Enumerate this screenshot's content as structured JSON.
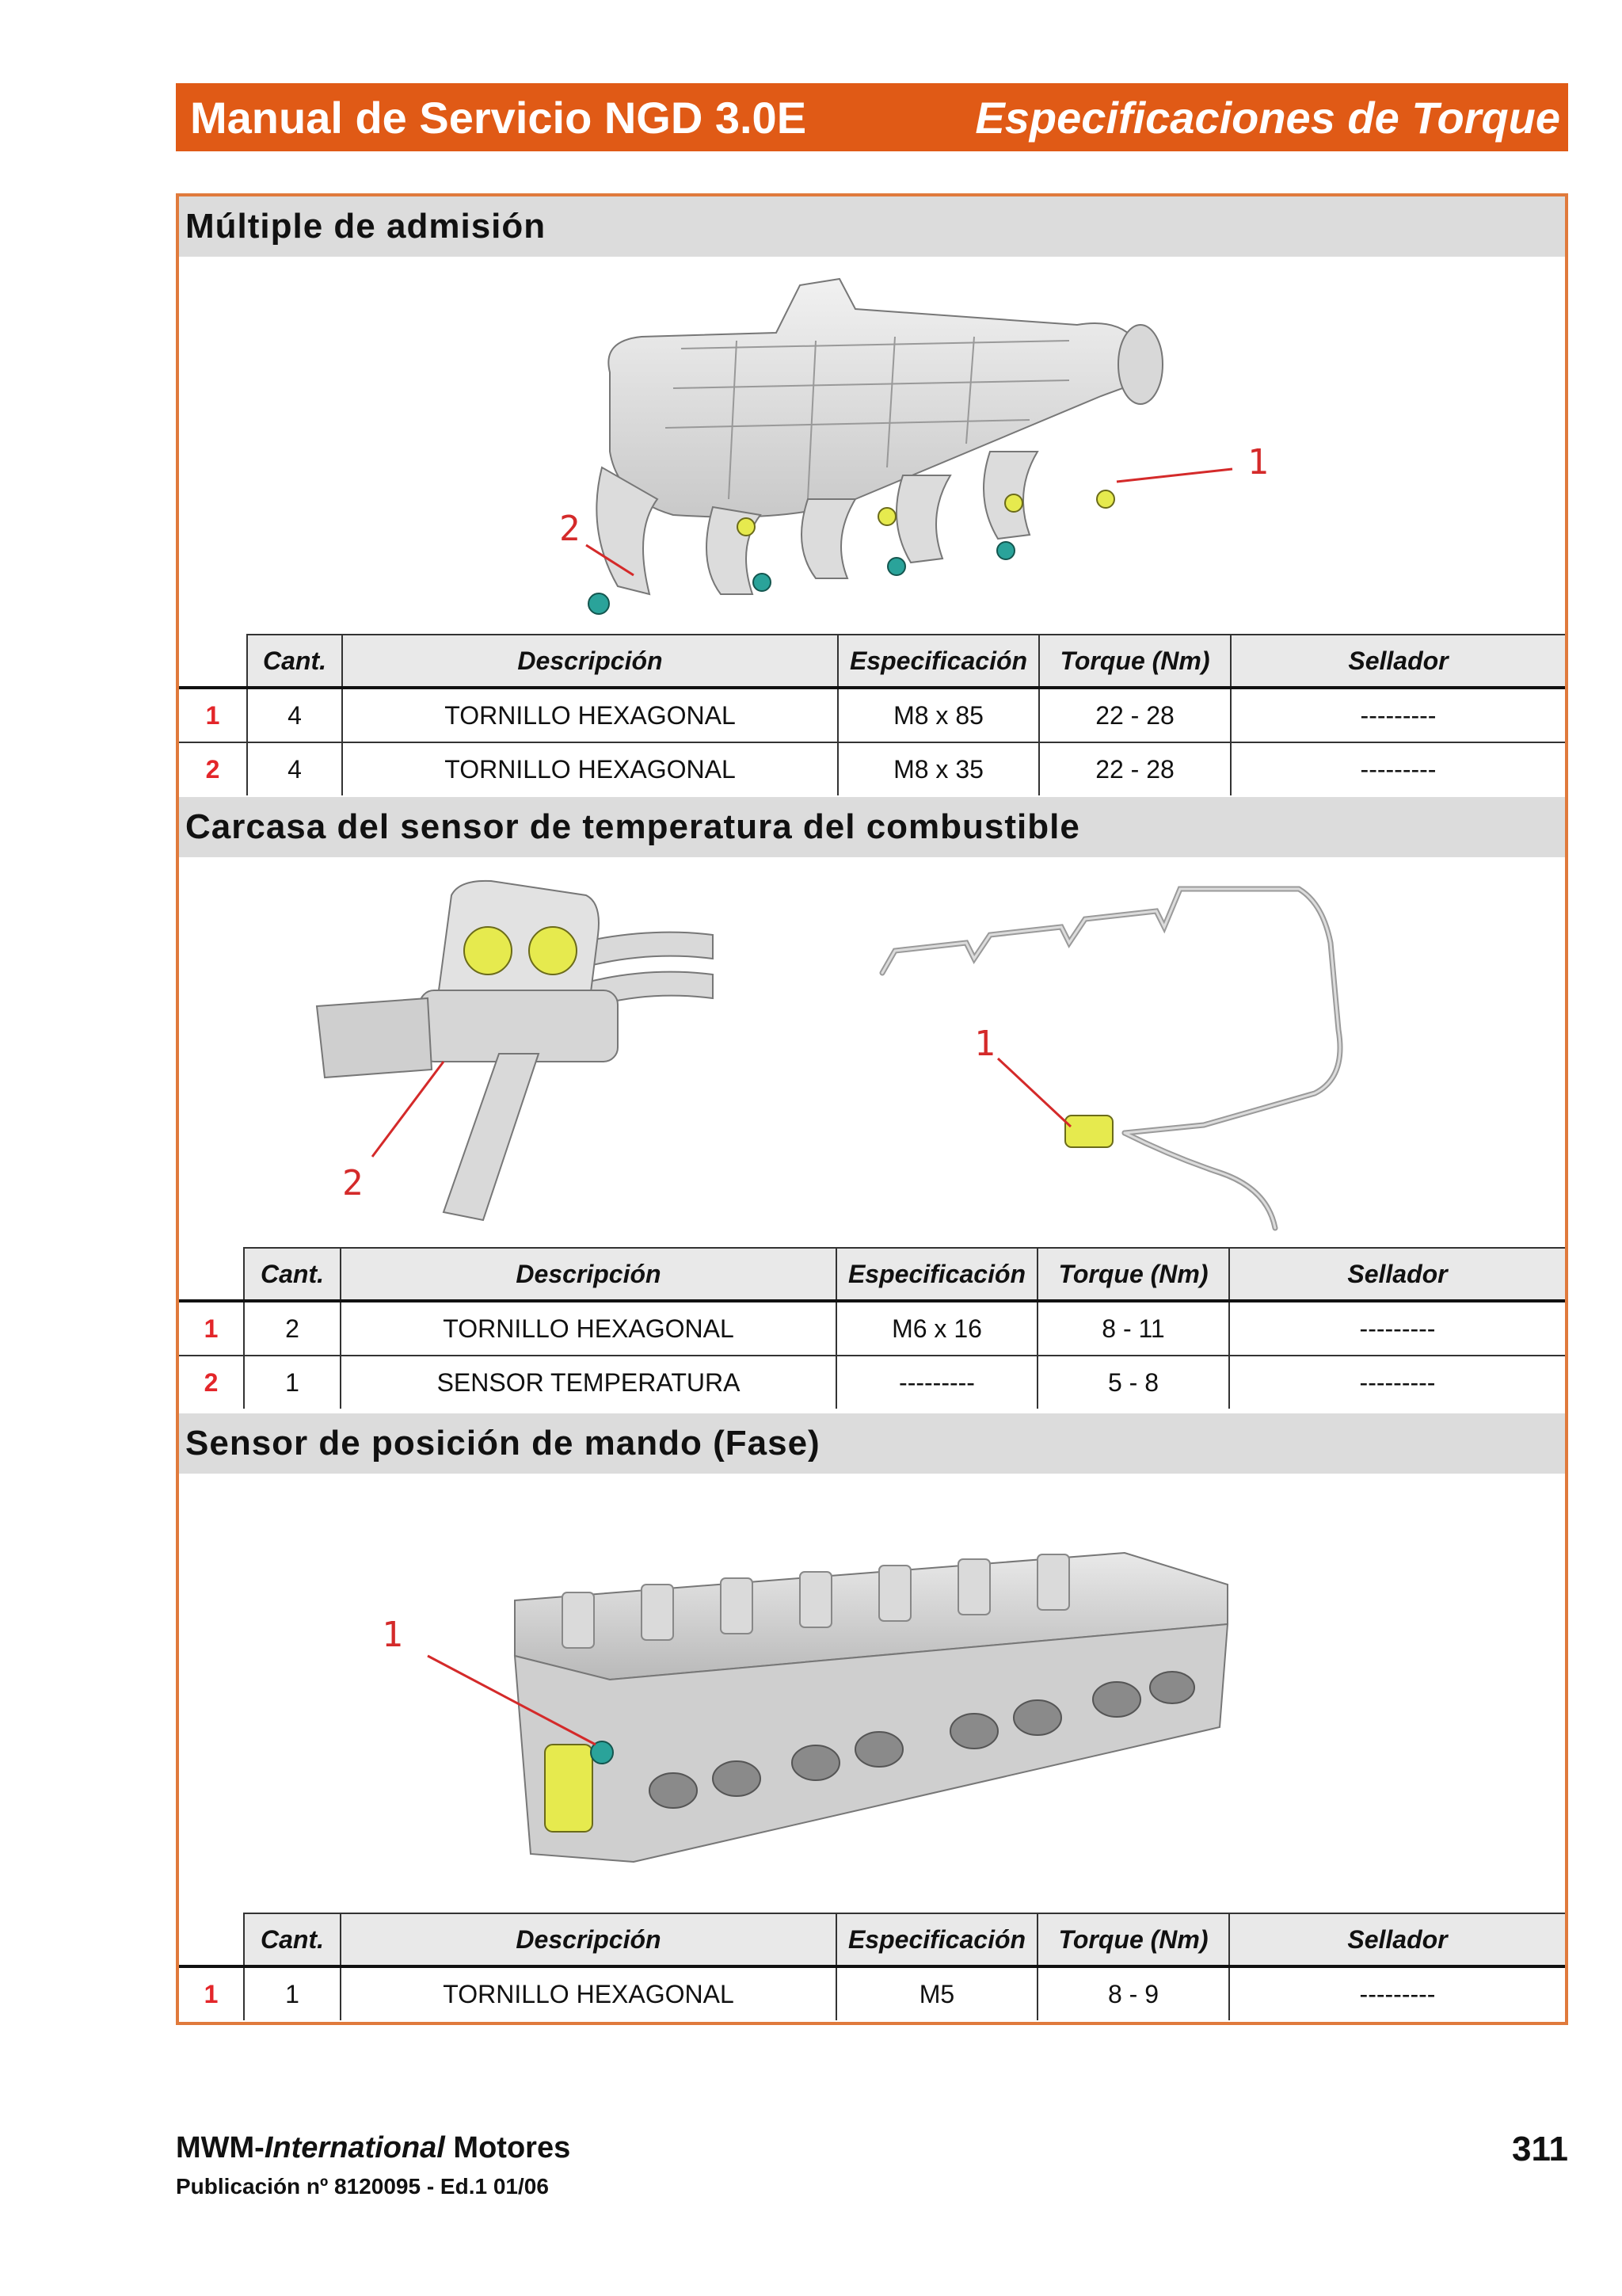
{
  "header": {
    "title": "Manual de Servicio NGD 3.0E",
    "subtitle": "Especificaciones de Torque"
  },
  "columns": [
    "Cant.",
    "Descripción",
    "Especificación",
    "Torque (Nm)",
    "Sellador"
  ],
  "sections": [
    {
      "title": "Múltiple de admisión",
      "callouts": [
        "1",
        "2"
      ],
      "rows": [
        {
          "num": "1",
          "qty": "4",
          "desc": "TORNILLO HEXAGONAL",
          "spec": "M8 x 85",
          "torque": "22 - 28",
          "sealer": "---------"
        },
        {
          "num": "2",
          "qty": "4",
          "desc": "TORNILLO HEXAGONAL",
          "spec": "M8 x 35",
          "torque": "22 - 28",
          "sealer": "---------"
        }
      ]
    },
    {
      "title": "Carcasa del sensor de temperatura del combustible",
      "callouts": [
        "2",
        "1"
      ],
      "rows": [
        {
          "num": "1",
          "qty": "2",
          "desc": "TORNILLO HEXAGONAL",
          "spec": "M6 x 16",
          "torque": "8 - 11",
          "sealer": "---------"
        },
        {
          "num": "2",
          "qty": "1",
          "desc": "SENSOR TEMPERATURA",
          "spec": "---------",
          "torque": "5 - 8",
          "sealer": "---------"
        }
      ]
    },
    {
      "title": "Sensor de posición de mando (Fase)",
      "callouts": [
        "1"
      ],
      "rows": [
        {
          "num": "1",
          "qty": "1",
          "desc": "TORNILLO HEXAGONAL",
          "spec": "M5",
          "torque": "8 - 9",
          "sealer": "---------"
        }
      ]
    }
  ],
  "footer": {
    "brand_prefix": "MWM-",
    "brand_italic": "International",
    "brand_suffix": " Motores",
    "publication": "Publicación nº 8120095 - Ed.1 01/06",
    "page_number": "311"
  },
  "colors": {
    "accent": "#e05a16",
    "callout": "#d42a2a",
    "bolt_yellow": "#e6ea4e",
    "bolt_teal": "#2aa39a"
  }
}
